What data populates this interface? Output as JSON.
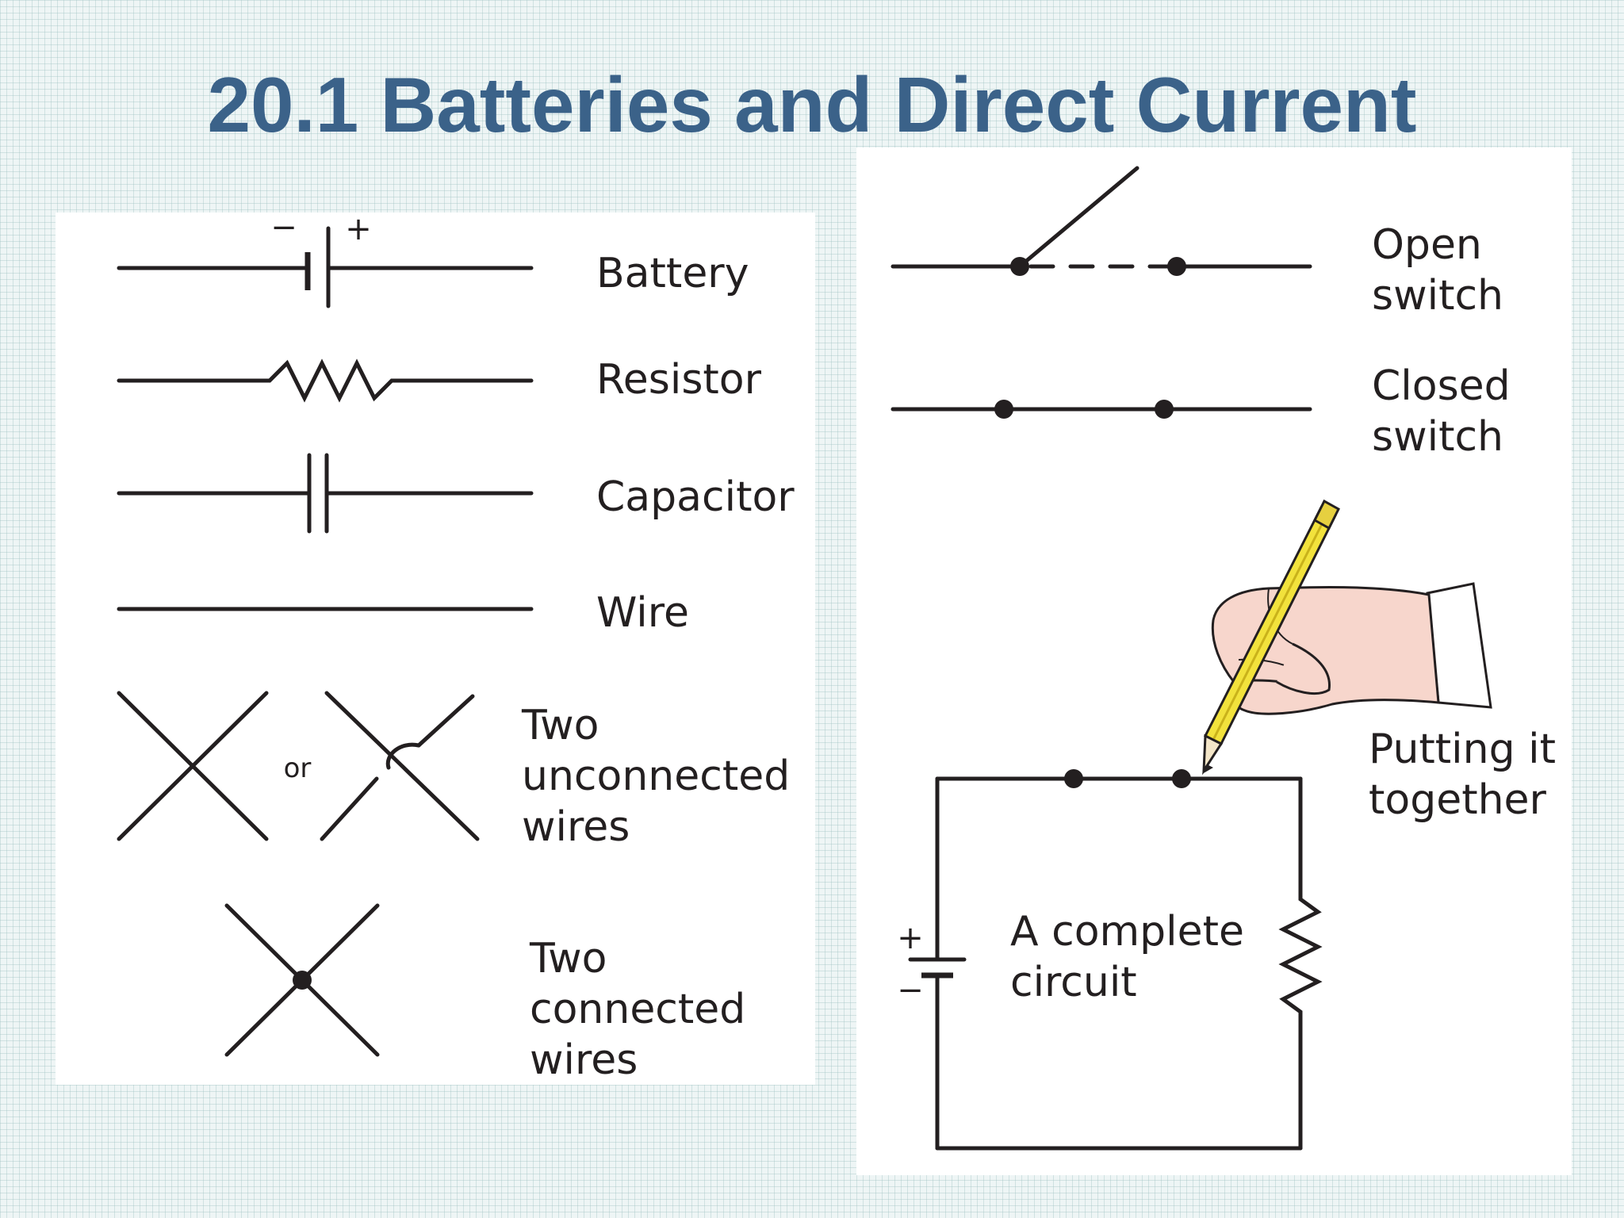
{
  "title": "20.1 Batteries and Direct Current",
  "symbols": {
    "battery": {
      "label": "Battery",
      "minus": "−",
      "plus": "+"
    },
    "resistor": {
      "label": "Resistor"
    },
    "capacitor": {
      "label": "Capacitor"
    },
    "wire": {
      "label": "Wire"
    },
    "unconnected": {
      "or": "or",
      "line1": "Two",
      "line2": "unconnected",
      "line3": "wires"
    },
    "connected": {
      "line1": "Two",
      "line2": "connected",
      "line3": "wires"
    },
    "open_switch": {
      "line1": "Open",
      "line2": "switch"
    },
    "closed_switch": {
      "line1": "Closed",
      "line2": "switch"
    }
  },
  "circuit": {
    "caption_line1": "Putting it",
    "caption_line2": "together",
    "label_line1": "A complete",
    "label_line2": "circuit",
    "plus": "+",
    "minus": "−"
  },
  "colors": {
    "title": "#3b6289",
    "ink": "#231f20",
    "pencil": "#f2e23c",
    "skin": "#f7d6cc"
  }
}
